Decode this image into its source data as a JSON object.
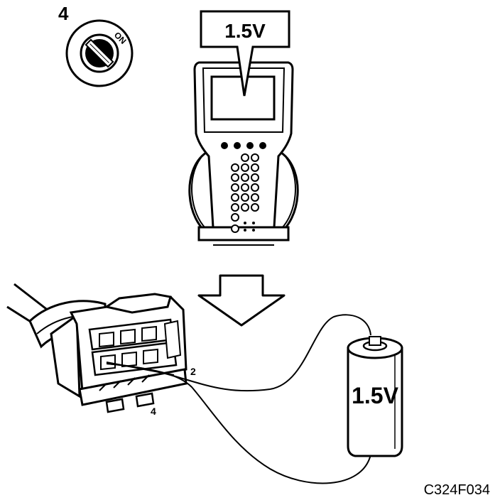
{
  "step": {
    "number": "4",
    "ignition_label": "ON"
  },
  "scan_tool": {
    "display_reading": "1.5V"
  },
  "connector": {
    "pin_a": "2",
    "pin_b": "4"
  },
  "battery": {
    "label": "1.5V"
  },
  "figure_code": "C324F034"
}
